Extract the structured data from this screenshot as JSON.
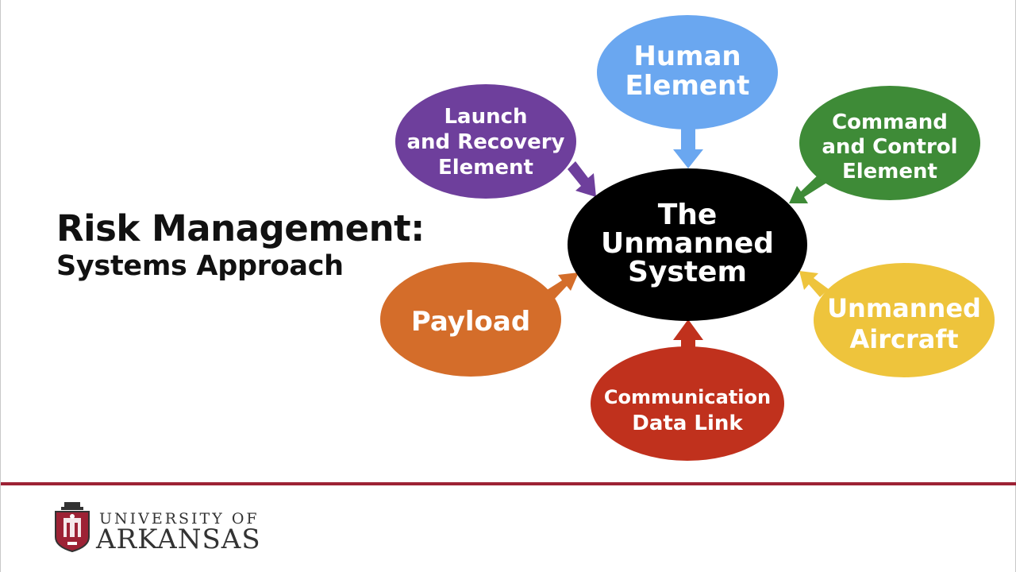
{
  "slide": {
    "title": "Risk Management:",
    "subtitle": "Systems Approach"
  },
  "diagram": {
    "center": {
      "lines": [
        "The",
        "Unmanned",
        "System"
      ],
      "color": "#000000"
    },
    "nodes": [
      {
        "id": "human-element",
        "lines": [
          "Human",
          "Element"
        ],
        "color": "#6aa7f0"
      },
      {
        "id": "command-control",
        "lines": [
          "Command",
          "and Control",
          "Element"
        ],
        "color": "#3e8b37"
      },
      {
        "id": "unmanned-aircraft",
        "lines": [
          "Unmanned",
          "Aircraft"
        ],
        "color": "#eec43c"
      },
      {
        "id": "communication-data-link",
        "lines": [
          "Communication",
          "Data Link"
        ],
        "color": "#c0311d"
      },
      {
        "id": "payload",
        "lines": [
          "Payload"
        ],
        "color": "#d46d2a"
      },
      {
        "id": "launch-recovery",
        "lines": [
          "Launch",
          "and Recovery",
          "Element"
        ],
        "color": "#6e3f9c"
      }
    ]
  },
  "footer": {
    "university_line1": "UNIVERSITY OF",
    "university_line2": "ARKANSAS",
    "accent_color": "#9d2235"
  }
}
